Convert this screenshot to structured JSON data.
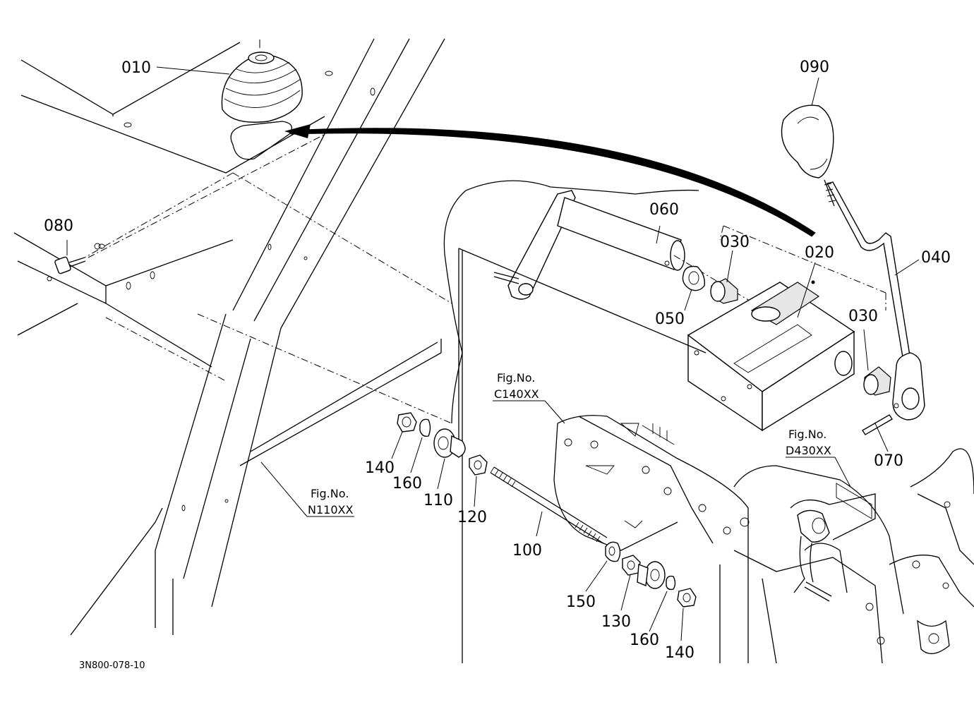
{
  "parts": {
    "p010": "010",
    "p020": "020",
    "p030a": "030",
    "p030b": "030",
    "p040": "040",
    "p050": "050",
    "p060": "060",
    "p070": "070",
    "p080": "080",
    "p090": "090",
    "p100": "100",
    "p110": "110",
    "p120": "120",
    "p130": "130",
    "p140a": "140",
    "p140b": "140",
    "p150": "150",
    "p160a": "160",
    "p160b": "160"
  },
  "figure_refs": {
    "n110": {
      "label": "Fig.No.",
      "code": "N110XX"
    },
    "c140": {
      "label": "Fig.No.",
      "code": "C140XX"
    },
    "d430": {
      "label": "Fig.No.",
      "code": "D430XX"
    }
  },
  "drawing_code": "3N800-078-10",
  "colors": {
    "line": "#000000",
    "background": "#ffffff"
  }
}
